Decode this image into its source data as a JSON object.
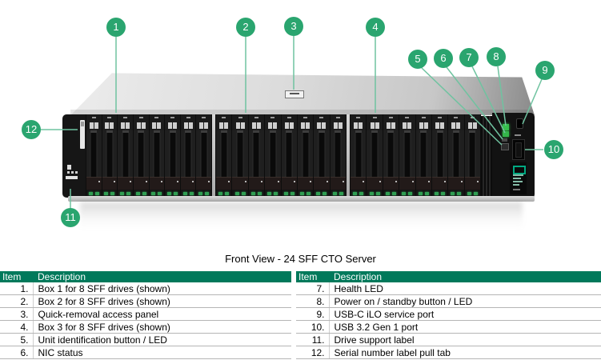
{
  "figure": {
    "caption": "Front View - 24 SFF CTO Server",
    "callouts": [
      {
        "label": "1",
        "target": "box-1-sff-drives"
      },
      {
        "label": "2",
        "target": "box-2-sff-drives"
      },
      {
        "label": "3",
        "target": "quick-removal-access-panel"
      },
      {
        "label": "4",
        "target": "box-3-sff-drives"
      },
      {
        "label": "5",
        "target": "unit-identification-button-led"
      },
      {
        "label": "6",
        "target": "nic-status"
      },
      {
        "label": "7",
        "target": "health-led"
      },
      {
        "label": "8",
        "target": "power-on-standby-button-led"
      },
      {
        "label": "9",
        "target": "usb-c-ilo-service-port"
      },
      {
        "label": "10",
        "target": "usb-3-2-gen1-port"
      },
      {
        "label": "11",
        "target": "drive-support-label"
      },
      {
        "label": "12",
        "target": "serial-number-label-pull-tab"
      }
    ],
    "drive_boxes": [
      {
        "name": "box-1",
        "drives": 8
      },
      {
        "name": "box-2",
        "drives": 8
      },
      {
        "name": "box-3",
        "drives": 8
      }
    ]
  },
  "tables": {
    "left": {
      "headers": [
        "Item",
        "Description"
      ],
      "rows": [
        {
          "item": "1.",
          "description": "Box 1 for 8 SFF drives (shown)"
        },
        {
          "item": "2.",
          "description": "Box 2 for 8 SFF drives (shown)"
        },
        {
          "item": "3.",
          "description": "Quick-removal access panel"
        },
        {
          "item": "4.",
          "description": "Box 3 for 8 SFF drives (shown)"
        },
        {
          "item": "5.",
          "description": "Unit identification button / LED"
        },
        {
          "item": "6.",
          "description": "NIC status"
        }
      ]
    },
    "right": {
      "headers": [
        "Item",
        "Description"
      ],
      "rows": [
        {
          "item": "7.",
          "description": "Health LED"
        },
        {
          "item": "8.",
          "description": "Power on / standby button / LED"
        },
        {
          "item": "9.",
          "description": "USB-C iLO service port"
        },
        {
          "item": "10.",
          "description": "USB 3.2 Gen 1 port"
        },
        {
          "item": "11.",
          "description": "Drive support label"
        },
        {
          "item": "12.",
          "description": "Serial number label pull tab"
        }
      ]
    }
  },
  "colors": {
    "callout_green": "#2aa56f",
    "callout_line_green": "#6fc3a0",
    "table_header_green": "#00795b",
    "led_green": "#2f9e52",
    "hpe_logo_green": "#01a982"
  }
}
